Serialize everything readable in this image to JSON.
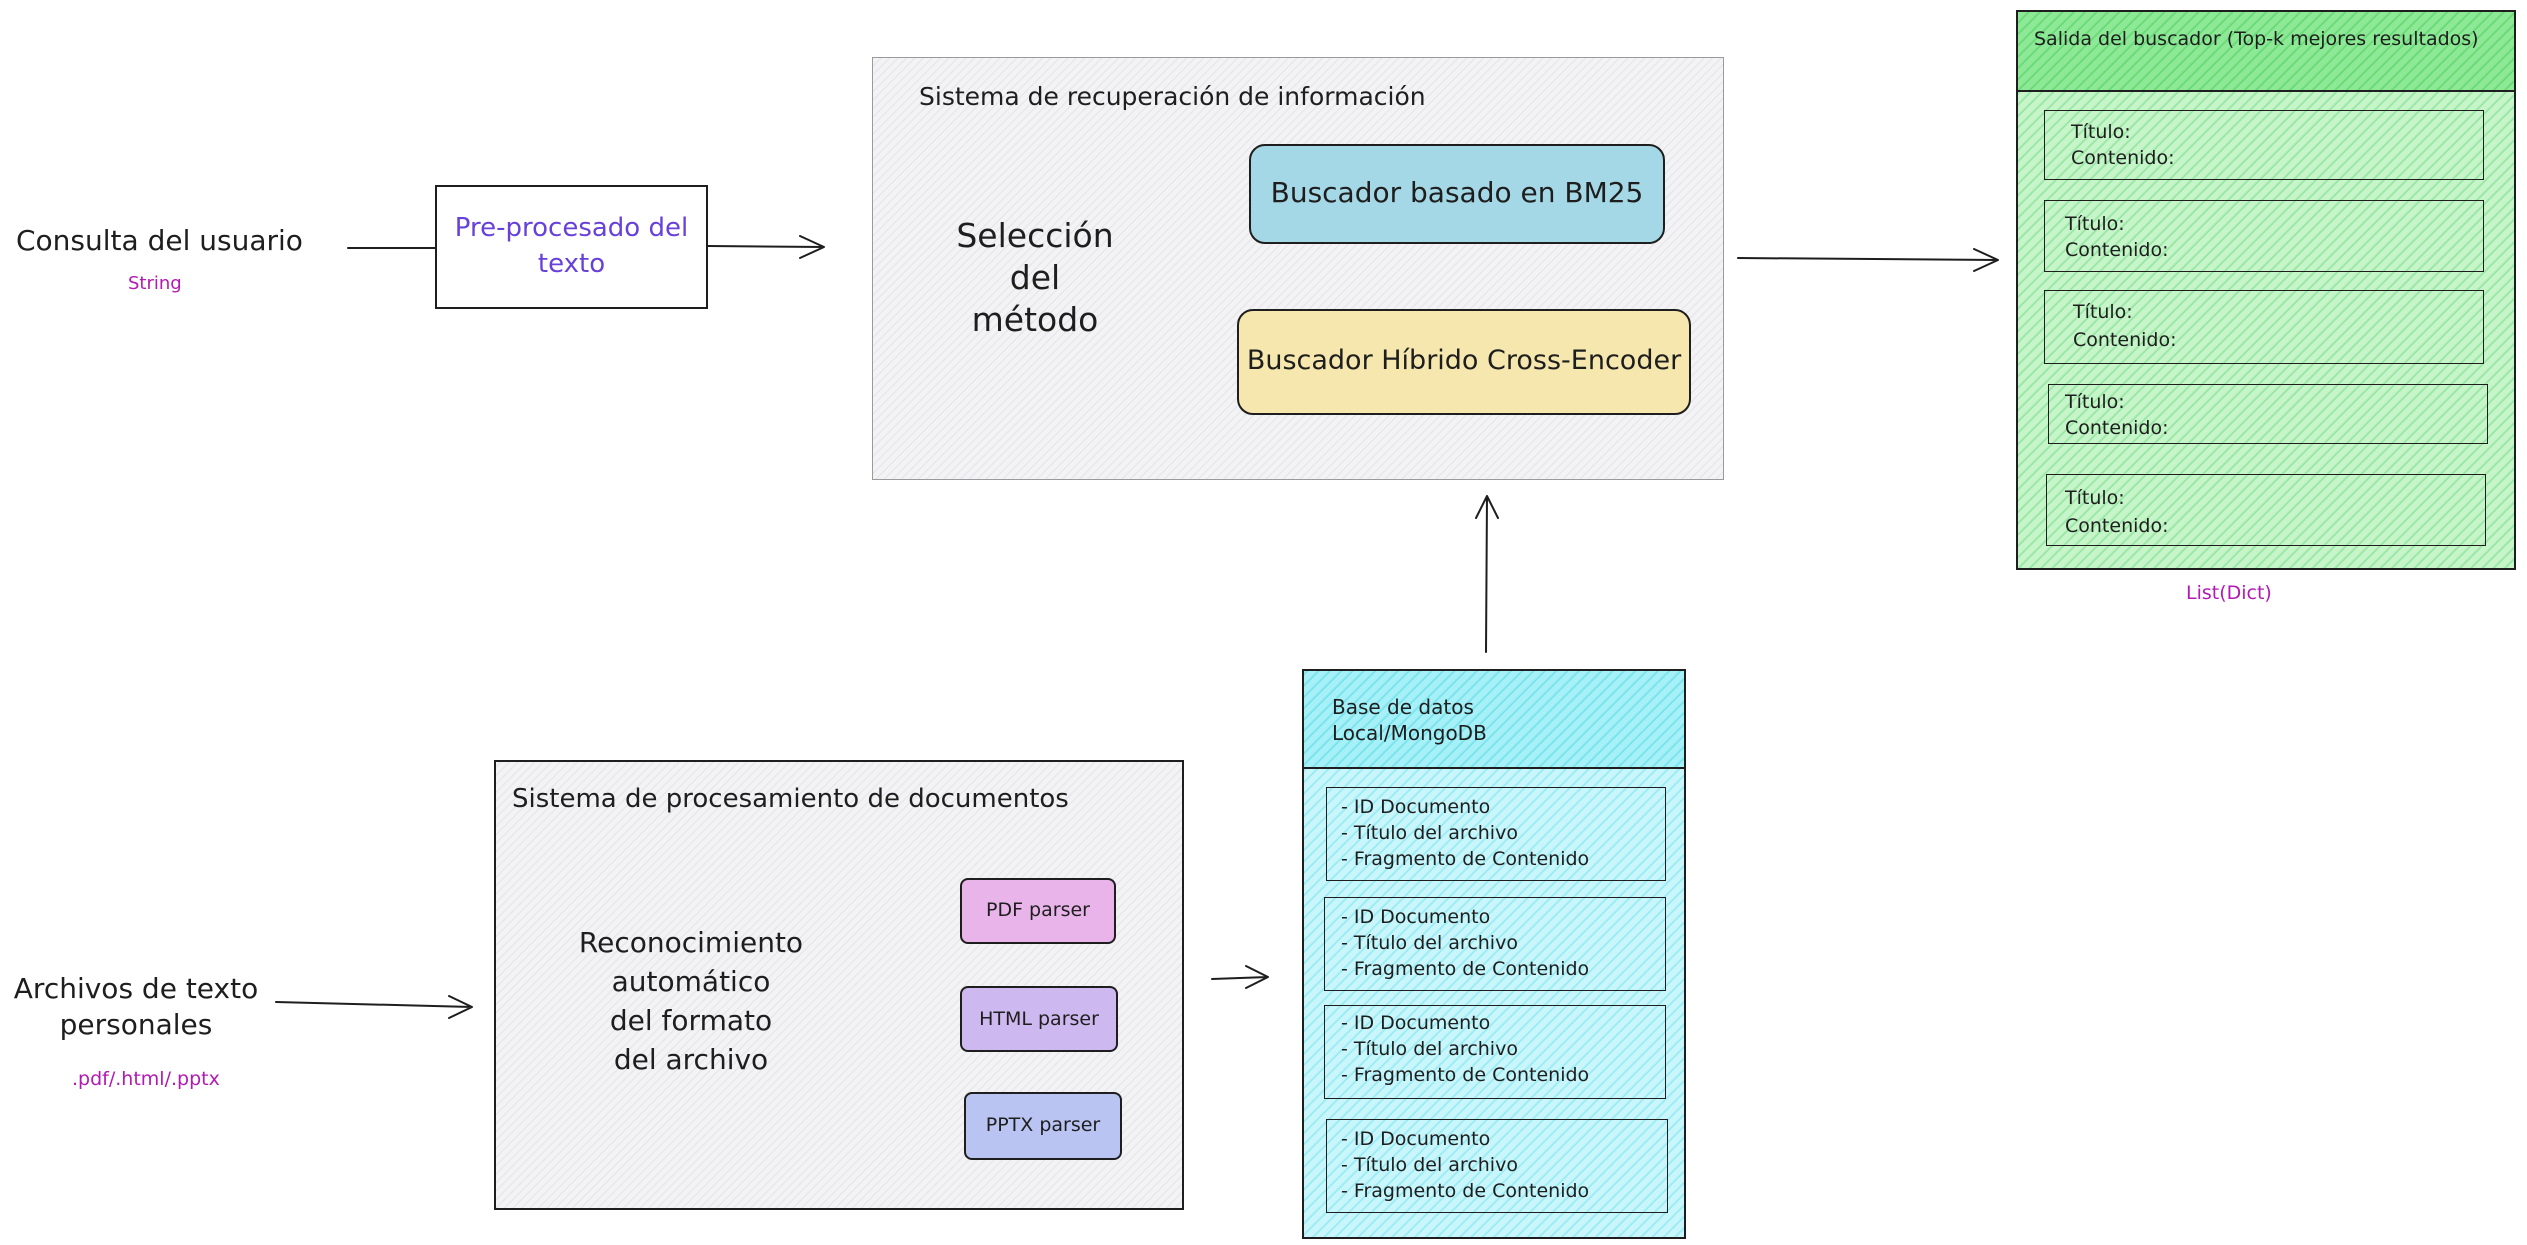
{
  "query": {
    "label": "Consulta del usuario",
    "type_note": "String"
  },
  "preprocess": {
    "label_line1": "Pre-procesado del",
    "label_line2": "texto"
  },
  "retrieval": {
    "title": "Sistema de recuperación de información",
    "selection_line1": "Selección",
    "selection_line2": "del",
    "selection_line3": "método",
    "method_bm25": "Buscador basado en BM25",
    "method_hybrid": "Buscador Híbrido Cross-Encoder"
  },
  "output": {
    "title": "Salida del buscador (Top-k mejores resultados)",
    "results": [
      {
        "title_label": "Título:",
        "content_label": "Contenido:"
      },
      {
        "title_label": "Título:",
        "content_label": "Contenido:"
      },
      {
        "title_label": "Título:",
        "content_label": "Contenido:"
      },
      {
        "title_label": "Título:",
        "content_label": "Contenido:"
      },
      {
        "title_label": "Título:",
        "content_label": "Contenido:"
      }
    ],
    "type_note": "List(Dict)"
  },
  "files": {
    "label_line1": "Archivos de texto",
    "label_line2": "personales",
    "formats_note": ".pdf/.html/.pptx"
  },
  "processing": {
    "title": "Sistema de procesamiento de documentos",
    "recog_line1": "Reconocimiento",
    "recog_line2": "automático",
    "recog_line3": "del formato",
    "recog_line4": "del archivo",
    "parser_pdf": "PDF parser",
    "parser_html": "HTML parser",
    "parser_pptx": "PPTX parser"
  },
  "database": {
    "title_line1": "Base de datos",
    "title_line2": "Local/MongoDB",
    "records": [
      {
        "line1": "- ID Documento",
        "line2": "- Título del archivo",
        "line3": "- Fragmento de Contenido"
      },
      {
        "line1": "- ID Documento",
        "line2": "- Título del archivo",
        "line3": "- Fragmento de Contenido"
      },
      {
        "line1": "- ID Documento",
        "line2": "- Título del archivo",
        "line3": "- Fragmento de Contenido"
      },
      {
        "line1": "- ID Documento",
        "line2": "- Título del archivo",
        "line3": "- Fragmento de Contenido"
      }
    ]
  },
  "colors": {
    "text": "#1e1e1e",
    "preprocess_text": "#6741d9",
    "note_magenta": "#b319b3",
    "bm25_fill": "#a5d8e6",
    "hybrid_fill": "#f5e7ad",
    "pdf_fill": "#e8b4ea",
    "html_fill": "#cdb8ef",
    "pptx_fill": "#b9c4f2",
    "output_fill": "#b2f2bb",
    "database_fill": "#99e9f2"
  }
}
